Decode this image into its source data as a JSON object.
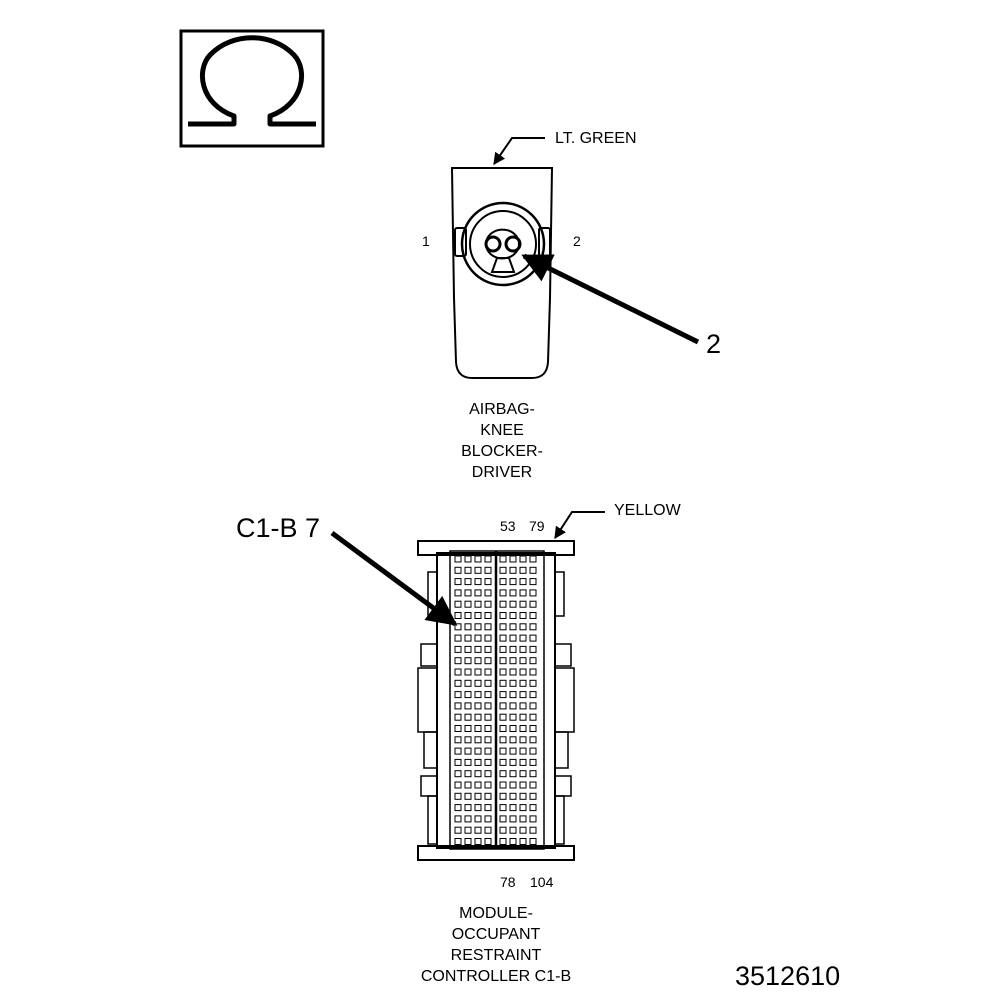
{
  "symbol": {
    "glyph": "Ω",
    "icon": "ohm-icon"
  },
  "connector1": {
    "color_label": "LT. GREEN",
    "pin_left": "1",
    "pin_right": "2",
    "callout": "2",
    "name_lines": [
      "AIRBAG-",
      "KNEE",
      "BLOCKER-",
      "DRIVER"
    ]
  },
  "connector2": {
    "color_label": "YELLOW",
    "top_pins": [
      "53",
      "79"
    ],
    "bottom_pins": [
      "78",
      "104"
    ],
    "callout": "C1-B 7",
    "name_lines": [
      "MODULE-",
      "OCCUPANT",
      "RESTRAINT",
      "CONTROLLER C1-B"
    ]
  },
  "figure_number": "3512610"
}
